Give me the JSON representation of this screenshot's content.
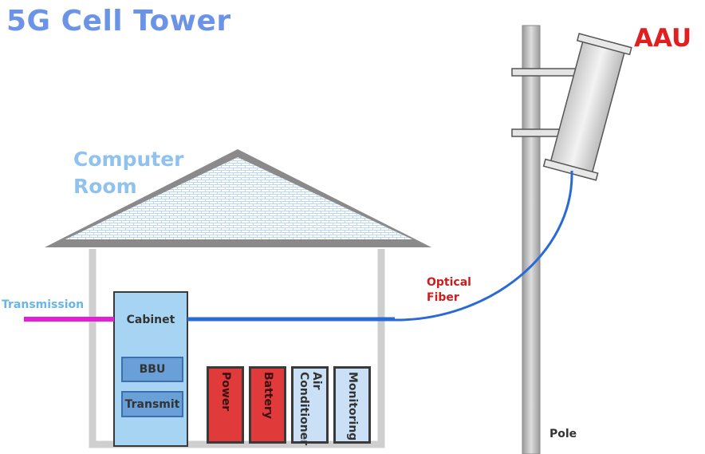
{
  "title": "5G Cell Tower",
  "room": {
    "line1": "Computer",
    "line2": "Room"
  },
  "aau_label": "AAU",
  "transmission_label": "Transmission",
  "fiber": {
    "line1": "Optical",
    "line2": "Fiber"
  },
  "pole_label": "Pole",
  "cabinet": {
    "label": "Cabinet",
    "modules": [
      "BBU",
      "Transmit"
    ]
  },
  "equipment": [
    {
      "label": "Power",
      "color": "#e03a3a",
      "text_color": "#3a1010"
    },
    {
      "label": "Battery",
      "color": "#e03a3a",
      "text_color": "#3a1010"
    },
    {
      "label_line1": "Air",
      "label_line2": "Conditioner",
      "color": "#c9e0f7",
      "text_color": "#333333"
    },
    {
      "label": "Monitoring",
      "color": "#c9e0f7",
      "text_color": "#333333"
    }
  ],
  "colors": {
    "title": "#6b93e6",
    "roof": "#8a8a8a",
    "roof_pattern": "#bcd8f0",
    "walls": "#cfcfcf",
    "cabinet_fill": "#a8d4f4",
    "transmission_line": "#e61ed8",
    "fiber": "#2a6ad6",
    "aau_label": "#e02020",
    "fiber_label": "#cc2020",
    "pole": "#b8b8b8"
  }
}
